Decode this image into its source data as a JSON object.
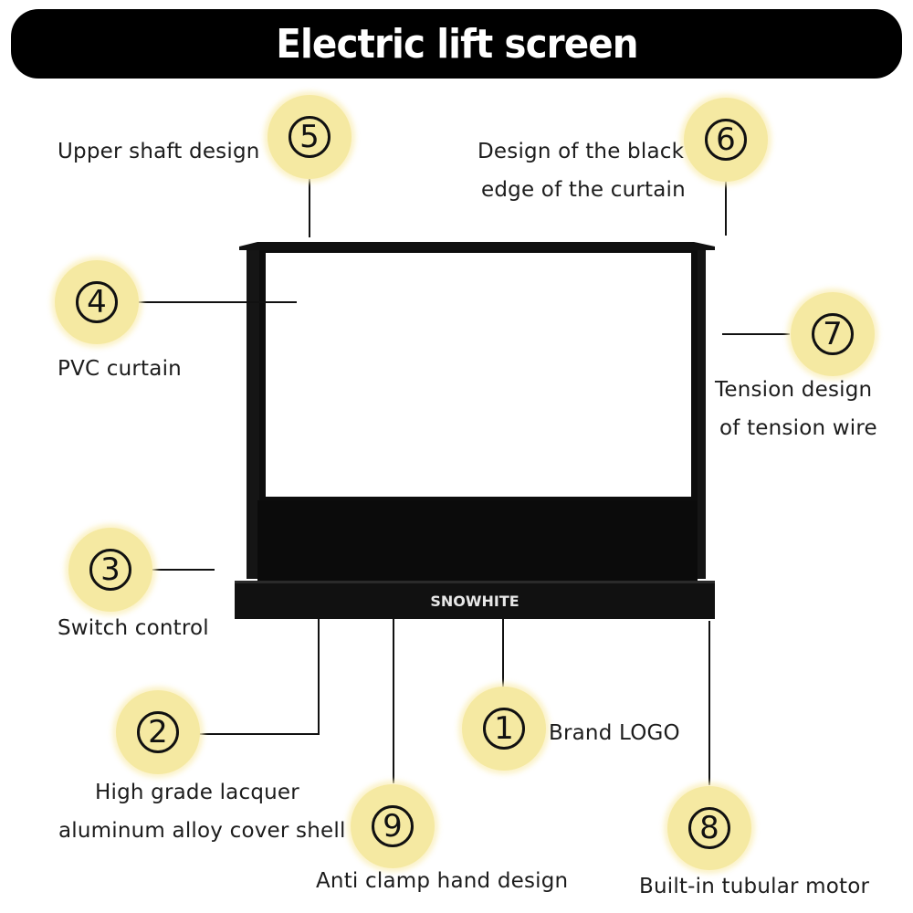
{
  "title": "Electric lift screen",
  "brand_logo": "SNOWHITE",
  "colors": {
    "title_bar": "#000000",
    "badge_fill": "#f5e9a2",
    "screen_frame": "#0d0d0d",
    "screen_surface": "#ffffff"
  },
  "callouts": [
    {
      "number": "1",
      "lines": [
        "Brand LOGO"
      ]
    },
    {
      "number": "2",
      "lines": [
        "High grade lacquer",
        "aluminum alloy cover shell"
      ]
    },
    {
      "number": "3",
      "lines": [
        "Switch control"
      ]
    },
    {
      "number": "4",
      "lines": [
        "PVC curtain"
      ]
    },
    {
      "number": "5",
      "lines": [
        "Upper shaft design"
      ]
    },
    {
      "number": "6",
      "lines": [
        "Design of the black",
        "edge of the curtain"
      ]
    },
    {
      "number": "7",
      "lines": [
        "Tension design",
        "of tension wire"
      ]
    },
    {
      "number": "8",
      "lines": [
        "Built-in tubular motor"
      ]
    },
    {
      "number": "9",
      "lines": [
        "Anti clamp hand design"
      ]
    }
  ]
}
